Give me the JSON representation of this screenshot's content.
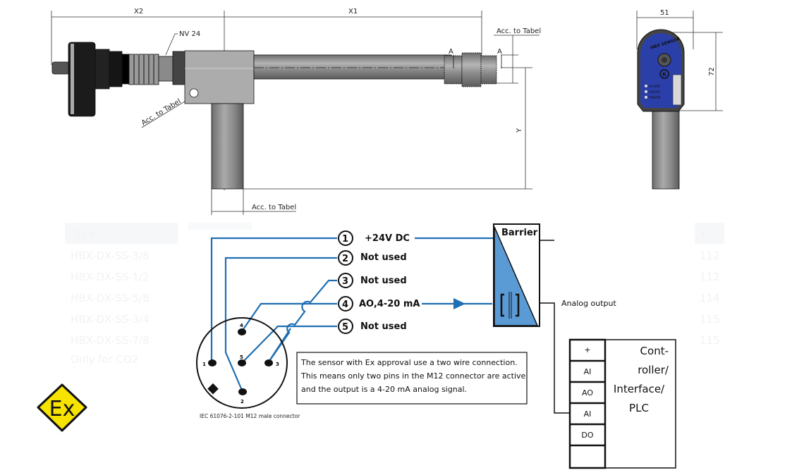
{
  "drawing": {
    "dim_x2": "X2",
    "dim_x1": "X1",
    "dim_y": "Y",
    "nv_label": "NV 24",
    "acc_label_top": "Acc. to Tabel",
    "acc_label_diag": "Acc. to Tabel",
    "acc_label_bottom": "Acc. to Tabel",
    "section_a_left": "A",
    "section_a_right": "A",
    "dim_width": "51",
    "dim_height": "72",
    "sensor_brand": "HBX SENSOR",
    "sensor_logo": "R",
    "leds": [
      "ALARM",
      "LIQUID",
      "POWER"
    ],
    "colors": {
      "sensor_blue": "#2b3fa8",
      "steel": "#8a8a8a"
    }
  },
  "ghost_table": {
    "header": "Type",
    "rows": [
      "HBX-DX-SS-3/8",
      "HBX-DX-SS-1/2",
      "HBX-DX-SS-5/8",
      "HBX-DX-SS-3/4",
      "HBX-DX-SS-7/8"
    ],
    "footnote": "Only for CO2",
    "y_header": "Y",
    "y_values": [
      "112",
      "112",
      "114",
      "115",
      "115"
    ]
  },
  "wiring": {
    "pins": [
      {
        "num": "1",
        "label": "+24V DC"
      },
      {
        "num": "2",
        "label": "Not used"
      },
      {
        "num": "3",
        "label": "Not used"
      },
      {
        "num": "4",
        "label": "AO,4-20 mA"
      },
      {
        "num": "5",
        "label": "Not used"
      }
    ],
    "connector_pins": [
      "1",
      "2",
      "3",
      "4",
      "5"
    ],
    "connector_caption": "IEC 61076-2-101 M12 male connector",
    "note_lines": [
      "The sensor with Ex approval use a two wire connection.",
      "This means only two pins in the M12 connector are active",
      "and the output is a 4-20 mA analog signal."
    ],
    "barrier_label": "Barrier",
    "analog_output": "Analog output",
    "plc_terminals": [
      "+",
      "AI",
      "AO",
      "AI",
      "DO",
      ""
    ],
    "plc_lines": [
      "Cont-",
      "roller/",
      "Interface/",
      "PLC"
    ],
    "ex_mark": "Ex",
    "colors": {
      "wire": "#1f6fb2",
      "barrier_fill": "#5b9bd5",
      "ex_yellow": "#f7e300"
    }
  }
}
